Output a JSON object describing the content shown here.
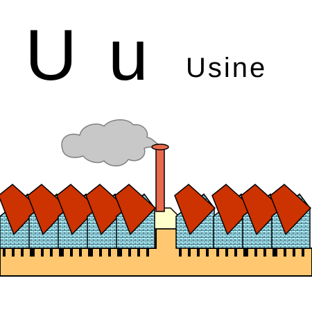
{
  "card": {
    "letter_upper": "U",
    "letter_lower": "u",
    "word": "Usine"
  },
  "illustration": {
    "subject": "factory",
    "colors": {
      "roof": "#cc3300",
      "wall": "#a8f0ff",
      "ground": "#ffc870",
      "chimney": "#e86a4c",
      "smoke": "#c8c8c8",
      "outline": "#000000",
      "pedestal": "#ffffcc"
    }
  }
}
